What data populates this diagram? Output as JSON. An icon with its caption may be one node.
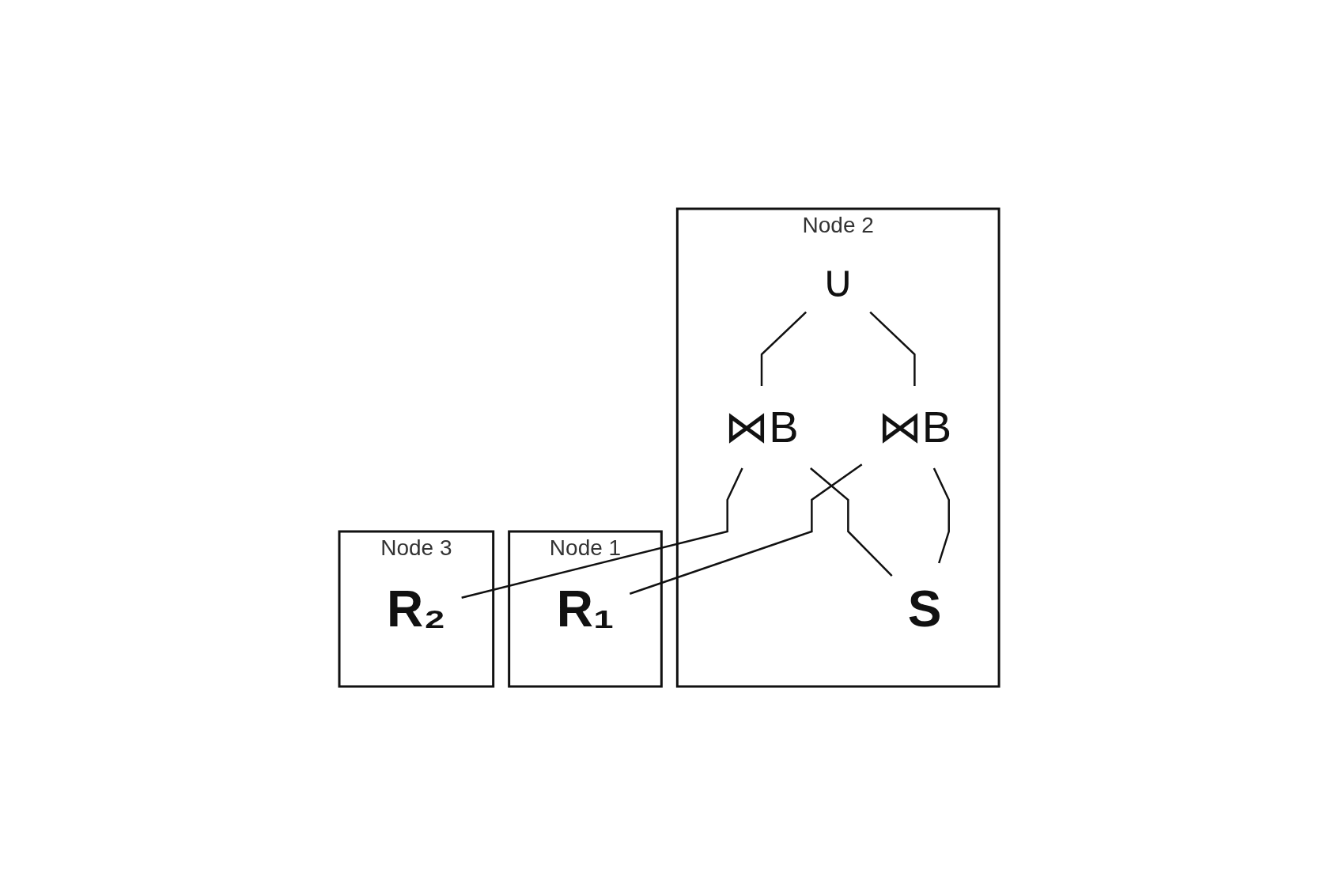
{
  "diagram": {
    "nodes": [
      {
        "text": [
          "Node 2"
        ]
      },
      {
        "text": [
          "∪"
        ],
        "in": 0
      },
      {
        "text": [
          "⋈B"
        ],
        "in": 0
      },
      {
        "text": [
          "⋈B"
        ],
        "in": 0
      },
      {
        "text": [
          "Node 1"
        ]
      },
      {
        "text": [
          "R₁"
        ],
        "in": 4
      },
      {
        "text": [
          "S"
        ],
        "in": 0
      },
      {
        "text": [
          "Node 3"
        ]
      },
      {
        "text": [
          "R₂"
        ],
        "in": 7
      }
    ],
    "edges": [
      {
        "from": 1,
        "to": 2,
        "arrow": "none"
      },
      {
        "from": 1,
        "to": 3,
        "arrow": "none"
      },
      {
        "from": 2,
        "to": 5,
        "arrow": "none"
      },
      {
        "from": 2,
        "to": 6,
        "arrow": "none"
      },
      {
        "from": 3,
        "to": 6,
        "arrow": "none"
      },
      {
        "from": 3,
        "to": 8,
        "arrow": "none"
      }
    ]
  }
}
